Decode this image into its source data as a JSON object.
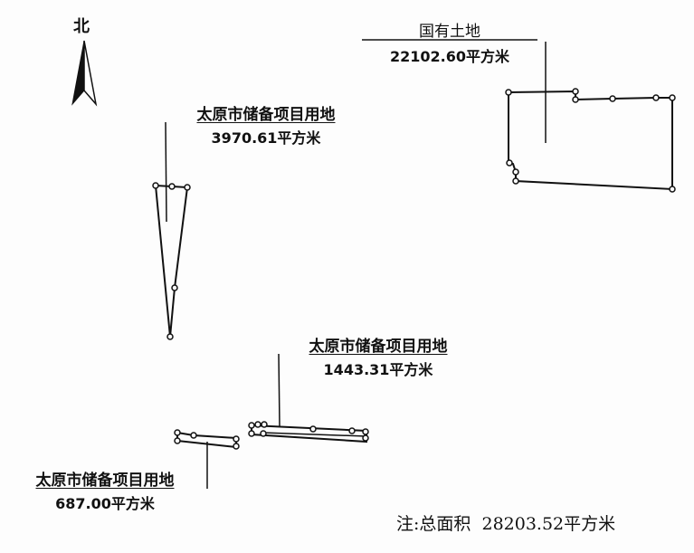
{
  "north_label": "北",
  "parcels": [
    {
      "name": "国有土地",
      "area": "22102.60平方米"
    },
    {
      "name": "太原市储备项目用地",
      "area": "3970.61平方米"
    },
    {
      "name": "太原市储备项目用地",
      "area": "1443.31平方米"
    },
    {
      "name": "太原市储备项目用地",
      "area": "687.00平方米"
    }
  ],
  "note": "注:总面积  28203.52平方米"
}
